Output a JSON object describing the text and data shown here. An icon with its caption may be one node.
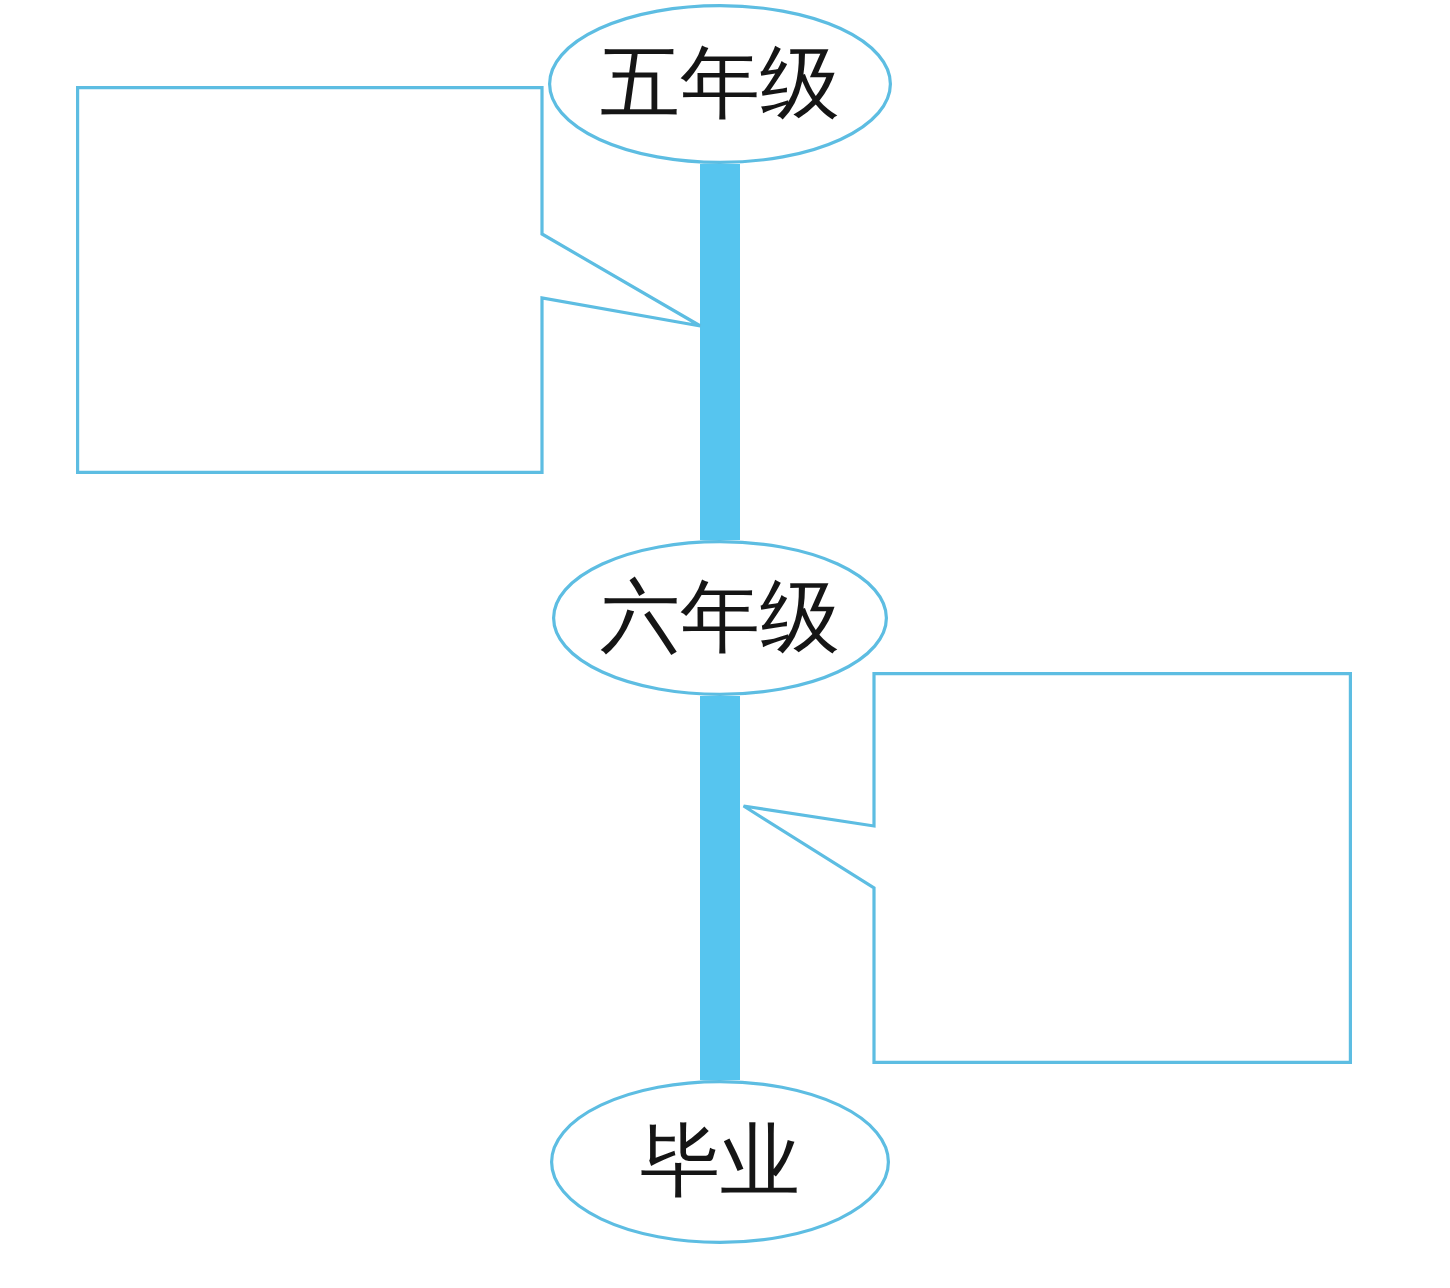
{
  "diagram": {
    "nodes": [
      {
        "text": [
          "五年级"
        ]
      },
      {
        "text": [],
        "shape": "box"
      },
      {
        "text": [
          "六年级"
        ]
      },
      {
        "text": [],
        "shape": "box"
      },
      {
        "text": [
          "毕业"
        ]
      }
    ],
    "edges": [
      {
        "from": 0,
        "to": 2,
        "arrow": "none"
      },
      {
        "from": 2,
        "to": 4,
        "arrow": "none"
      }
    ]
  }
}
